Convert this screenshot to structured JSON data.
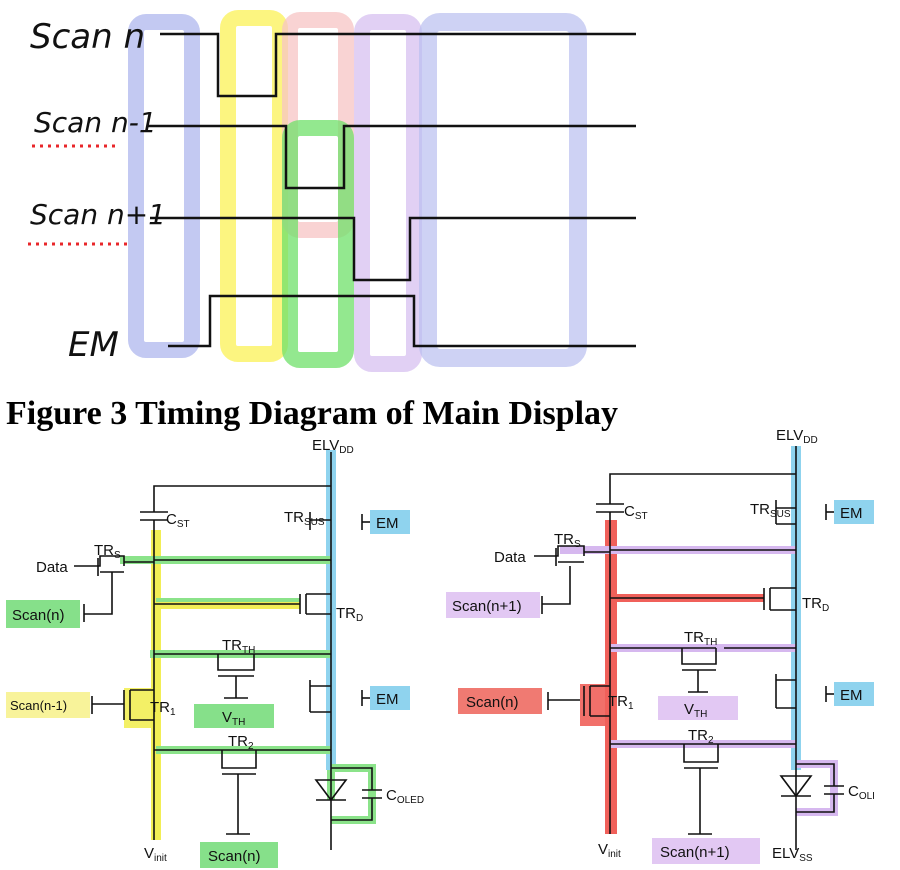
{
  "timing": {
    "signals": {
      "scan_n": "Scan n",
      "scan_n_minus_1": "Scan n-1",
      "scan_n_plus_1": "Scan n+1",
      "em": "EM"
    },
    "caption": "Figure 3 Timing Diagram of Main Display"
  },
  "circuit_left": {
    "elvdd": {
      "main": "ELV",
      "sub": "DD"
    },
    "cst": {
      "main": "C",
      "sub": "ST"
    },
    "tr_sus": {
      "main": "TR",
      "sub": "SUS"
    },
    "em_top": "EM",
    "data": "Data",
    "tr_s": {
      "main": "TR",
      "sub": "S"
    },
    "scan_n": "Scan(n)",
    "tr_d": {
      "main": "TR",
      "sub": "D"
    },
    "tr_th": {
      "main": "TR",
      "sub": "TH"
    },
    "scan_n_minus_1": "Scan(n-1)",
    "tr_1": {
      "main": "TR",
      "sub": "1"
    },
    "vth": {
      "main": "V",
      "sub": "TH"
    },
    "em_mid": "EM",
    "tr_2": {
      "main": "TR",
      "sub": "2"
    },
    "coled": {
      "main": "C",
      "sub": "OLED"
    },
    "vinit": {
      "main": "V",
      "sub": "init"
    },
    "scan_n_bottom": "Scan(n)"
  },
  "circuit_right": {
    "elvdd": {
      "main": "ELV",
      "sub": "DD"
    },
    "cst": {
      "main": "C",
      "sub": "ST"
    },
    "tr_sus": {
      "main": "TR",
      "sub": "SUS"
    },
    "em_top": "EM",
    "data": "Data",
    "tr_s": {
      "main": "TR",
      "sub": "S"
    },
    "scan_n_plus_1": "Scan(n+1)",
    "tr_d": {
      "main": "TR",
      "sub": "D"
    },
    "tr_th": {
      "main": "TR",
      "sub": "TH"
    },
    "scan_n": "Scan(n)",
    "tr_1": {
      "main": "TR",
      "sub": "1"
    },
    "vth": {
      "main": "V",
      "sub": "TH"
    },
    "em_mid": "EM",
    "tr_2": {
      "main": "TR",
      "sub": "2"
    },
    "coled": {
      "main": "C",
      "sub": "OLI"
    },
    "vinit": {
      "main": "V",
      "sub": "init"
    },
    "scan_n_plus_1_bottom": "Scan(n+1)",
    "elvss": {
      "main": "ELV",
      "sub": "SS"
    }
  },
  "colors": {
    "blue_band": "#b9bff0",
    "yellow_band": "#fbf36a",
    "pink_band": "#f7c4c4",
    "green_band": "#6fe06a",
    "purple_band": "#dcc8f2",
    "dotted_red": "#e8262a",
    "wire_blue": "#8fd3ee",
    "wire_green": "#8be38a",
    "wire_yellow": "#f2ee55",
    "wire_red": "#f0605a",
    "wire_purple": "#d6b8ef",
    "tag_green": "#86e08a",
    "tag_yellow": "#f8f39a",
    "tag_blue": "#8fd3ee",
    "tag_red": "#f07a72",
    "tag_purple": "#e2c8f3"
  }
}
